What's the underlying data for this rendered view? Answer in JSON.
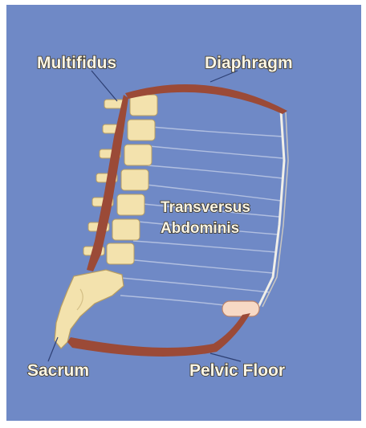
{
  "labels": {
    "multifidus": "Multifidus",
    "diaphragm": "Diaphragm",
    "transversus_line1": "Transversus",
    "transversus_line2": "Abdominis",
    "sacrum": "Sacrum",
    "pelvic_floor": "Pelvic Floor"
  },
  "colors": {
    "background": "#6f89c6",
    "muscle": "#9b4a37",
    "bone": "#f3e2ad",
    "pad": "#f7d9c5",
    "label_fill": "#fbf6e6",
    "label_outline": "#3d3522",
    "fiber": "#b9c5e3",
    "leader_line": "#2d3f73"
  }
}
